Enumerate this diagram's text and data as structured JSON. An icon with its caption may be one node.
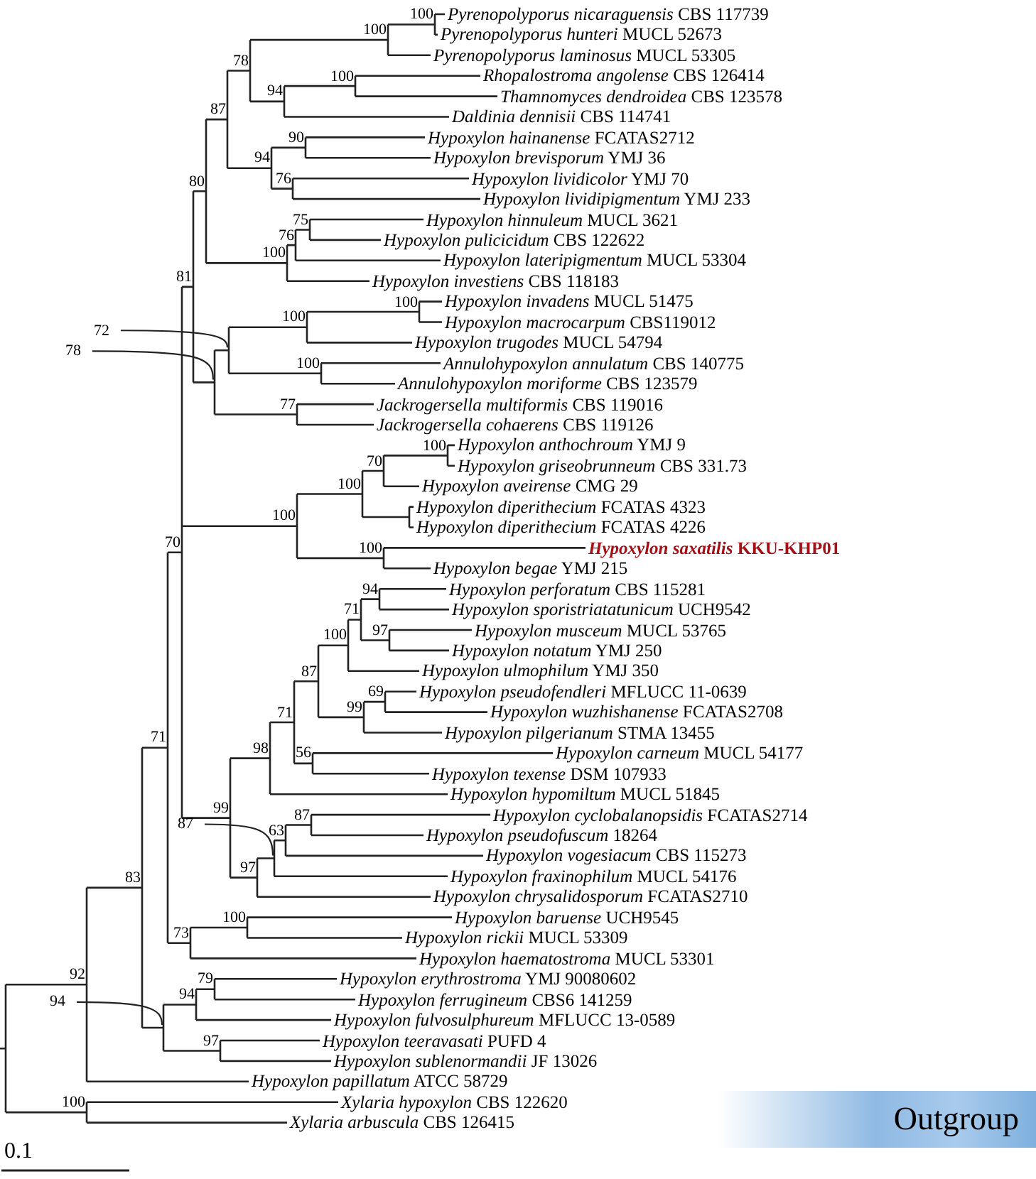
{
  "diagram": {
    "nodes": [
      {
        "text": [
          "72"
        ]
      },
      {
        "text": [
          "78"
        ]
      },
      {
        "text": [
          "87"
        ]
      },
      {
        "text": [
          "94"
        ]
      },
      {
        "text": [
          "Outgroup"
        ]
      }
    ],
    "edges": [
      {
        "from": 0,
        "to": null,
        "arrow": "none"
      },
      {
        "from": 1,
        "to": null,
        "arrow": "none"
      },
      {
        "from": 2,
        "to": null,
        "arrow": "none"
      },
      {
        "from": 3,
        "to": null,
        "arrow": "none"
      }
    ],
    "labels": [
      "100",
      "*Pyrenopolyporus nicaraguensis* CBS 117739",
      "100",
      "*Pyrenopolyporus hunteri* MUCL 52673",
      "*Pyrenopolyporus laminosus* MUCL 53305",
      "78",
      "100",
      "*Rhopalostroma angolense* CBS 126414",
      "94",
      "*Thamnomyces dendroidea* CBS 123578",
      "87",
      "*Daldinia dennisii* CBS 114741",
      "90",
      "*Hypoxylon hainanense* FCATAS2712",
      "94",
      "*Hypoxylon brevisporum* YMJ 36",
      "80",
      "76",
      "*Hypoxylon lividicolor* YMJ 70",
      "*Hypoxylon lividipigmentum* YMJ 233",
      "75",
      "*Hypoxylon hinnuleum* MUCL 3621",
      "76",
      "*Hypoxylon pulicicidum* CBS 122622",
      "100",
      "*Hypoxylon lateripigmentum* MUCL 53304",
      "81",
      "*Hypoxylon investiens* CBS 118183",
      "100",
      "*Hypoxylon invadens* MUCL 51475",
      "100",
      "*Hypoxylon macrocarpum* CBS119012",
      "*Hypoxylon trugodes* MUCL 54794",
      "100",
      "*Annulohypoxylon annulatum* CBS 140775",
      "*Annulohypoxylon moriforme* CBS 123579",
      "77",
      "*Jackrogersella multiformis* CBS 119016",
      "*Jackrogersella cohaerens* CBS 119126",
      "100",
      "*Hypoxylon anthochroum* YMJ 9",
      "70",
      "*Hypoxylon griseobrunneum* CBS 331.73",
      "100",
      "*Hypoxylon aveirense* CMG 29",
      "100",
      "*Hypoxylon diperithecium* FCATAS 4323",
      "*Hypoxylon diperithecium* FCATAS 4226",
      "100",
      "*Hypoxylon saxatilis* KKU-KHP01",
      "*Hypoxylon begae* YMJ 215",
      "71",
      "94",
      "*Hypoxylon perforatum* CBS 115281",
      "71",
      "*Hypoxylon sporistriatatunicum* UCH9542",
      "97",
      "*Hypoxylon musceum* MUCL 53765",
      "100",
      "*Hypoxylon notatum* YMJ 250",
      "87",
      "*Hypoxylon ulmophilum* YMJ 350",
      "69",
      "*Hypoxylon pseudofendleri* MFLUCC 11-0639",
      "99",
      "*Hypoxylon wuzhishanense* FCATAS2708",
      "71",
      "*Hypoxylon pilgerianum* STMA 13455",
      "98",
      "56",
      "*Hypoxylon carneum* MUCL 54177",
      "*Hypoxylon texense* DSM 107933",
      "83",
      "99",
      "*Hypoxylon hypomiltum* MUCL 51845",
      "87",
      "*Hypoxylon cyclobalanopsidis* FCATAS2714",
      "63",
      "*Hypoxylon pseudofuscum* 18264",
      "*Hypoxylon vogesiacum* CBS 115273",
      "97",
      "*Hypoxylon fraxinophilum* MUCL 54176",
      "92",
      "*Hypoxylon chrysalidosporum* FCATAS2710",
      "100",
      "*Hypoxylon baruense* UCH9545",
      "73",
      "*Hypoxylon rickii* MUCL 53309",
      "*Hypoxylon haematostroma* MUCL 53301",
      "79",
      "*Hypoxylon erythrostroma* YMJ 90080602",
      "94",
      "*Hypoxylon ferrugineum* CBS6 141259",
      "*Hypoxylon fulvosulphureum* MFLUCC 13-0589",
      "97",
      "*Hypoxylon teeravasati* PUFD 4",
      "*Hypoxylon sublenormandii* JF 13026",
      "*Hypoxylon papillatum* ATCC 58729",
      "100",
      "*Xylaria hypoxylon* CBS 122620",
      "*Xylaria arbuscula* CBS 126415",
      "0.1",
      "70"
    ]
  }
}
